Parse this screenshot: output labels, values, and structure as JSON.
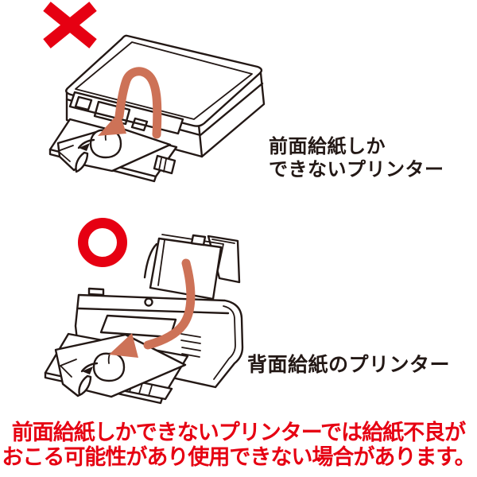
{
  "colors": {
    "mark_red": "#e60012",
    "warning_red": "#e60012",
    "arrow_salmon": "#cd7257",
    "line_art": "#231815",
    "text_black": "#231815"
  },
  "front_printer": {
    "result_icon": "x-mark",
    "caption_line1": "前面給紙しか",
    "caption_line2": "できないプリンター"
  },
  "rear_printer": {
    "result_icon": "circle-mark",
    "caption": "背面給紙のプリンター"
  },
  "warning": {
    "line1": "前面給紙しかできないプリンターでは給紙不良が",
    "line2": "おこる可能性があり使用できない場合があります。"
  }
}
